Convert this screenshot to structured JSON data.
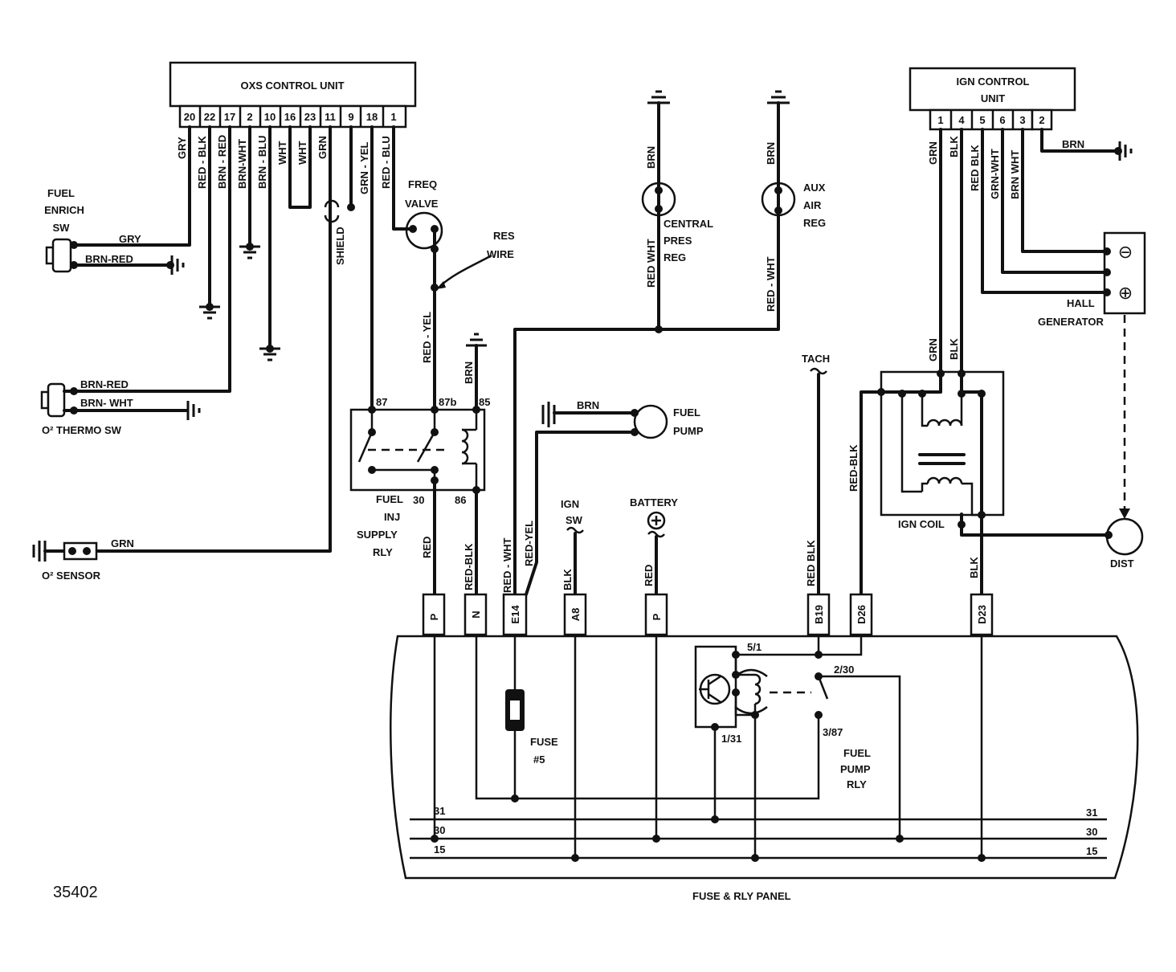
{
  "figure_number": "35402",
  "components": {
    "oxs_control_unit": "OXS CONTROL UNIT",
    "ign_control_unit_line1": "IGN  CONTROL",
    "ign_control_unit_line2": "UNIT",
    "fuel_enrich_sw": [
      "FUEL",
      "ENRICH",
      "SW"
    ],
    "o2_thermo_sw": "O² THERMO SW",
    "o2_sensor": "O² SENSOR",
    "freq_valve": [
      "FREQ",
      "VALVE"
    ],
    "res_wire": [
      "RES",
      "WIRE"
    ],
    "central_pres_reg": [
      "CENTRAL",
      "PRES",
      "REG"
    ],
    "aux_air_reg": [
      "AUX",
      "AIR",
      "REG"
    ],
    "hall_generator": [
      "HALL",
      "GENERATOR"
    ],
    "tach": "TACH",
    "fuel_pump": [
      "FUEL",
      "PUMP"
    ],
    "fuel_inj_supply_rly": [
      "FUEL",
      "INJ",
      "SUPPLY",
      "RLY"
    ],
    "ign_sw": [
      "IGN",
      "SW"
    ],
    "battery": "BATTERY",
    "ign_coil": "IGN COIL",
    "dist": "DIST",
    "fuse": [
      "FUSE",
      "#5"
    ],
    "fuel_pump_rly": [
      "FUEL",
      "PUMP",
      "RLY"
    ],
    "fuse_rly_panel": "FUSE & RLY PANEL",
    "shield": "SHIELD"
  },
  "oxs_pins": [
    "20",
    "22",
    "17",
    "2",
    "10",
    "16",
    "23",
    "11",
    "9",
    "18",
    "1"
  ],
  "ign_pins": [
    "1",
    "4",
    "5",
    "6",
    "3",
    "2"
  ],
  "relay_terminals": {
    "t87": "87",
    "t87b": "87b",
    "t85": "85",
    "t30": "30",
    "t86": "86"
  },
  "pump_relay_terminals": {
    "t51": "5/1",
    "t230": "2/30",
    "t131": "1/31",
    "t387": "3/87"
  },
  "panel_connectors": [
    "P",
    "N",
    "E14",
    "A8",
    "P",
    "B19",
    "D26",
    "D23"
  ],
  "bus_labels": [
    "31",
    "30",
    "15"
  ],
  "symbols": {
    "minus": "⊖",
    "plus": "⊕"
  },
  "wires": {
    "gry": "GRY",
    "red_blk": "RED - BLK",
    "brn_red": "BRN - RED",
    "brn_wht": "BRN-WHT",
    "brn_blu": "BRN - BLU",
    "wht": "WHT",
    "grn": "GRN",
    "grn_yel": "GRN - YEL",
    "red_blu": "RED - BLU",
    "brn": "BRN",
    "red_wht": "RED  WHT",
    "red_yel": "RED - YEL",
    "fes_gry": "GRY",
    "fes_brnred": "BRN-RED",
    "thermo_brnred": "BRN-RED",
    "thermo_brnwht": "BRN- WHT",
    "sensor_grn": "GRN",
    "pump_brn": "BRN",
    "relay_brn": "BRN",
    "relay_red": "RED",
    "relay_redblk": "RED-BLK",
    "p_redwht": "RED - WHT",
    "p_redyel": "RED-YEL",
    "ignsw_blk": "BLK",
    "batt_red": "RED",
    "b19_redblk": "RED  BLK",
    "d26_redblk": "RED-BLK",
    "d23_blk": "BLK",
    "ign_grn": "GRN",
    "ign_blk": "BLK",
    "ign_redblk": "RED  BLK",
    "ign_grnwht": "GRN-WHT",
    "ign_brnwht": "BRN  WHT",
    "ign_brn": "BRN",
    "coil_grn": "GRN",
    "coil_blk": "BLK",
    "cpr_brn": "BRN",
    "cpr_redwht": "RED  WHT",
    "aar_brn": "BRN",
    "aar_redwht": "RED - WHT"
  }
}
